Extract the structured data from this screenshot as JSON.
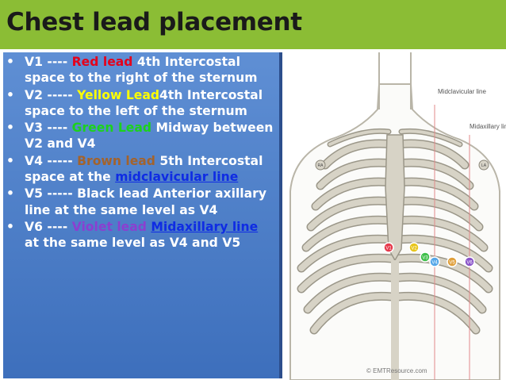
{
  "slide": {
    "title": "Chest  lead placement"
  },
  "bullets": [
    {
      "parts": [
        {
          "text": "V1 ---- "
        },
        {
          "text": "Red lead ",
          "color": "#e4001b"
        },
        {
          "text": "4th Intercostal space to the right of the sternum"
        }
      ]
    },
    {
      "parts": [
        {
          "text": "V2 ----- "
        },
        {
          "text": "Yellow  Lead",
          "color": "#ffff00"
        },
        {
          "text": "4th Intercostal space to the left of the sternum"
        }
      ]
    },
    {
      "parts": [
        {
          "text": " V3 ---- "
        },
        {
          "text": "Green  Lead ",
          "color": "#1cd21c"
        },
        {
          "text": "Midway between V2 and V4"
        }
      ]
    },
    {
      "parts": [
        {
          "text": " V4 ----- "
        },
        {
          "text": "Brown  lead ",
          "color": "#a3632c"
        },
        {
          "text": "5th Intercostal  space at the "
        },
        {
          "text": "midclavicular line",
          "link": true
        }
      ]
    },
    {
      "parts": [
        {
          "text": "V5  ----- Black  lead Anterior axillary line at the same level as V4"
        }
      ]
    },
    {
      "parts": [
        {
          "text": "V6  ---- "
        },
        {
          "text": "Violet lead ",
          "color": "#8b3fd0"
        },
        {
          "text": "Midaxillary line",
          "link": true
        },
        {
          "text": " at the same level as V4 and V5"
        }
      ]
    }
  ],
  "diagram": {
    "labels": {
      "midclavicular": "Midclavicular line",
      "midaxillary": "Midaxillary line",
      "credit": "© EMTResource.com"
    },
    "electrodes": [
      {
        "label": "V1",
        "color": "#e63a4c"
      },
      {
        "label": "V2",
        "color": "#e8c61c"
      },
      {
        "label": "V3",
        "color": "#3fbf4a"
      },
      {
        "label": "V4",
        "color": "#55a7e8"
      },
      {
        "label": "V5",
        "color": "#e0a03c"
      },
      {
        "label": "V6",
        "color": "#8a55c9"
      }
    ],
    "arm_markers": [
      "RA",
      "LA"
    ],
    "colors": {
      "bone": "#d7d3c6",
      "bone_line": "#9b9789",
      "skin": "#fbfbf9",
      "outline": "#b9b5a8",
      "guide": "#e08a8a"
    }
  }
}
